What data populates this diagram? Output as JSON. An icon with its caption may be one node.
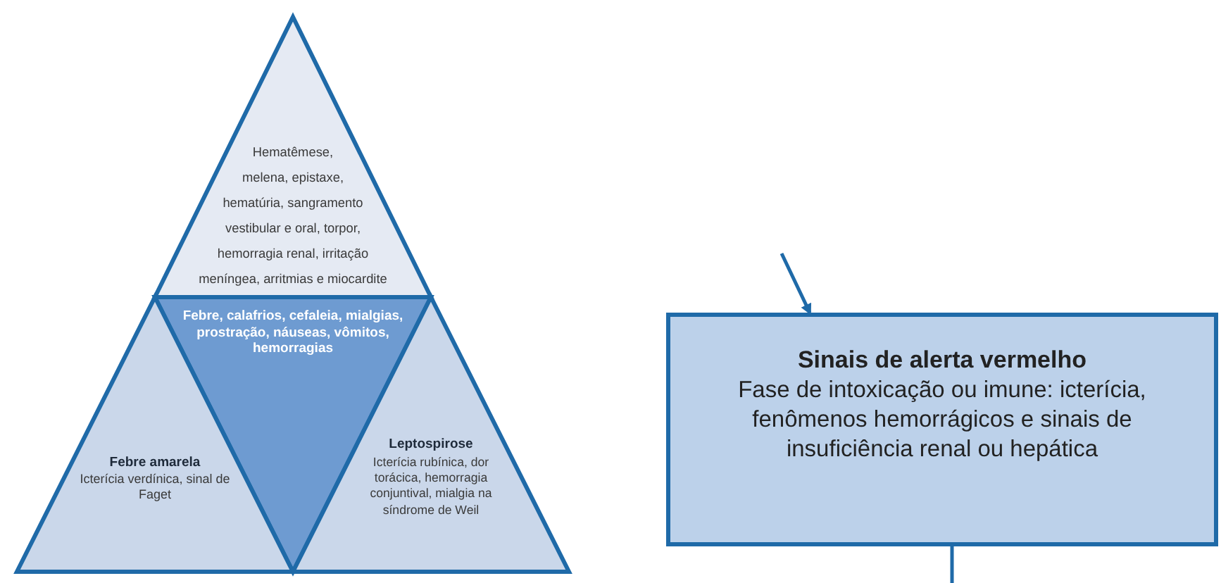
{
  "diagram": {
    "nodes": [
      {
        "text": [
          "Hematêmese, melena, epistaxe, hematúria, sangramento vestibular e oral, torpor, hemorragia renal, irritação meníngea, arritmias e miocardite"
        ]
      },
      {
        "text": [
          "Febre, calafrios, cefaleia, mialgias, prostração, náuseas, vômitos, hemorragias"
        ]
      },
      {
        "text": [
          "Febre amarela",
          "Icterícia verdínica, sinal de Faget"
        ]
      },
      {
        "text": [
          "Leptospirose",
          "Icterícia rubínica, dor torácica, hemorragia conjuntival, mialgia na síndrome de Weil"
        ]
      },
      {
        "text": [
          "Sinais de alerta vermelho",
          "Fase de intoxicação ou imune: icterícia, fenômenos hemorrágicos e sinais de insuficiência renal ou hepática"
        ]
      }
    ],
    "edges": [
      {
        "from": null,
        "to": 4,
        "arrow": "to"
      },
      {
        "from": 4,
        "to": null,
        "arrow": "none"
      }
    ]
  }
}
